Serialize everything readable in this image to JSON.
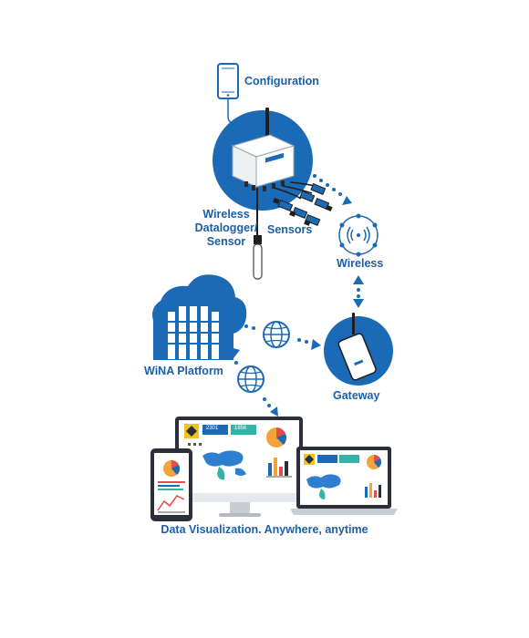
{
  "colors": {
    "brand_blue": "#1b6ab5",
    "label_blue": "#1b5fa8",
    "dot_blue": "#1b6ab5",
    "device_white": "#ffffff",
    "screen_dark": "#2b2f3a"
  },
  "labels": {
    "configuration": "Configuration",
    "datalogger_line1": "Wireless",
    "datalogger_line2": "Datalogger/",
    "datalogger_line3": "Sensor",
    "sensors": "Sensors",
    "wireless": "Wireless",
    "wina_platform": "WiNA Platform",
    "gateway": "Gateway",
    "caption": "Data Visualization. Anywhere, anytime"
  },
  "dashboard": {
    "tile_a": "2301",
    "tile_b": "1856"
  },
  "icons": {
    "phone": "smartphone-icon",
    "datalogger": "datalogger-box-icon",
    "probe": "probe-sensor-icon",
    "sensors": "sensor-cluster-icon",
    "wireless": "wireless-nfc-icon",
    "gateway": "gateway-router-icon",
    "cloud": "cloud-server-icon",
    "globe": "globe-icon",
    "devices": "devices-dashboard-icon"
  }
}
